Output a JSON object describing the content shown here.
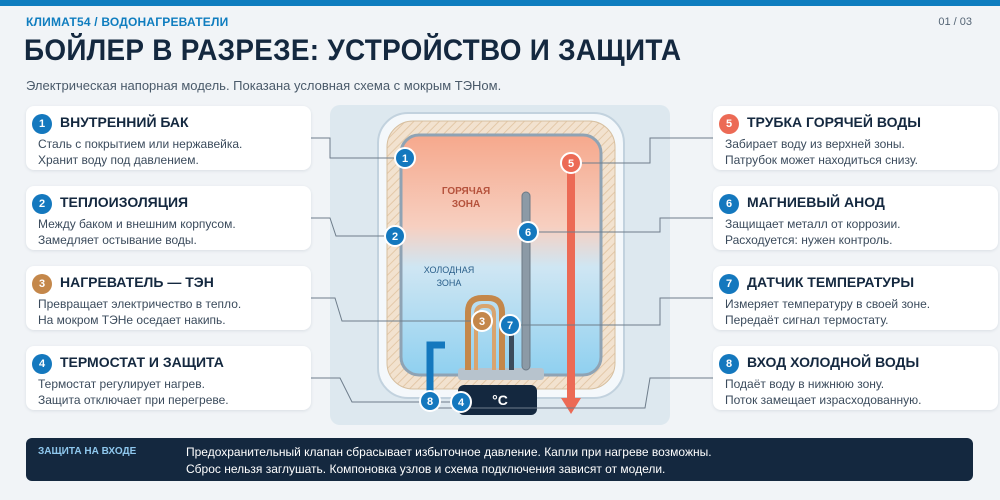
{
  "header": {
    "brand": "КЛИМАТ54 / ВОДОНАГРЕВАТЕЛИ",
    "pager": "01 / 03",
    "title": "БОЙЛЕР В РАЗРЕЗЕ: УСТРОЙСТВО И ЗАЩИТА",
    "subtitle": "Электрическая напорная модель. Показана условная схема с мокрым ТЭНом."
  },
  "cards_left": [
    {
      "num": "1",
      "title": "ВНУТРЕННИЙ БАК",
      "line1": "Сталь с покрытием или нержавейка.",
      "line2": "Хранит воду под давлением.",
      "color": "#1478be"
    },
    {
      "num": "2",
      "title": "ТЕПЛОИЗОЛЯЦИЯ",
      "line1": "Между баком и внешним корпусом.",
      "line2": "Замедляет остывание воды.",
      "color": "#1478be"
    },
    {
      "num": "3",
      "title": "НАГРЕВАТЕЛЬ — ТЭН",
      "line1": "Превращает электричество в тепло.",
      "line2": "На мокром ТЭНе оседает накипь.",
      "color": "#c4874a"
    },
    {
      "num": "4",
      "title": "ТЕРМОСТАТ И ЗАЩИТА",
      "line1": "Термостат регулирует нагрев.",
      "line2": "Защита отключает при перегреве.",
      "color": "#1478be"
    }
  ],
  "cards_right": [
    {
      "num": "5",
      "title": "ТРУБКА ГОРЯЧЕЙ ВОДЫ",
      "line1": "Забирает воду из верхней зоны.",
      "line2": "Патрубок может находиться снизу.",
      "color": "#ec6a55"
    },
    {
      "num": "6",
      "title": "МАГНИЕВЫЙ АНОД",
      "line1": "Защищает металл от коррозии.",
      "line2": "Расходуется: нужен контроль.",
      "color": "#1478be"
    },
    {
      "num": "7",
      "title": "ДАТЧИК ТЕМПЕРАТУРЫ",
      "line1": "Измеряет температуру в своей зоне.",
      "line2": "Передаёт сигнал термостату.",
      "color": "#1478be"
    },
    {
      "num": "8",
      "title": "ВХОД ХОЛОДНОЙ ВОДЫ",
      "line1": "Подаёт воду в нижнюю зону.",
      "line2": "Поток замещает израсходованную.",
      "color": "#1478be"
    }
  ],
  "diagram": {
    "hot_zone": [
      "ГОРЯЧАЯ",
      "ЗОНА"
    ],
    "cold_zone": [
      "ХОЛОДНАЯ",
      "ЗОНА"
    ],
    "thermostat_label": "°C",
    "markers": {
      "m1": "1",
      "m2": "2",
      "m3": "3",
      "m4": "4",
      "m5": "5",
      "m6": "6",
      "m7": "7",
      "m8": "8"
    }
  },
  "footer": {
    "tag": "ЗАЩИТА НА ВХОДЕ",
    "line1": "Предохранительный клапан сбрасывает избыточное давление. Капли при нагреве возможны.",
    "line2": "Сброс нельзя заглушать. Компоновка узлов и схема подключения зависят от модели."
  },
  "colors": {
    "accent": "#0f7dbf",
    "hot": "#ec6a55",
    "heater": "#c4874a",
    "dark": "#14283f"
  }
}
